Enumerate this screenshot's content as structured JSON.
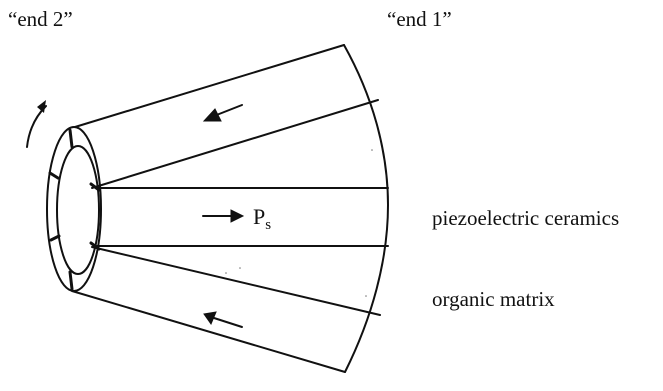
{
  "labels": {
    "end2": "“end 2”",
    "end1": "“end 1”",
    "ps_main": "P",
    "ps_sub": "s",
    "piezo": "piezoelectric ceramics",
    "matrix": "organic matrix"
  },
  "colors": {
    "ink": "#111111",
    "background": "#ffffff"
  }
}
